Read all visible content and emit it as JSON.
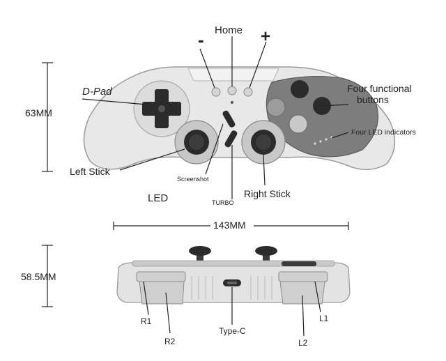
{
  "top_view": {
    "labels": {
      "minus": "-",
      "home": "Home",
      "plus": "+",
      "dpad": "D-Pad",
      "four_functional_buttons": "Four functional buttons",
      "four_led_indicators": "Four LED indicators",
      "left_stick": "Left Stick",
      "screenshot": "Screenshot",
      "led": "LED",
      "turbo": "TURBO",
      "right_stick": "Right Stick"
    },
    "dimensions": {
      "height": "63MM",
      "width": "143MM"
    }
  },
  "side_view": {
    "labels": {
      "r1": "R1",
      "r2": "R2",
      "type_c": "Type-C",
      "l1": "L1",
      "l2": "L2"
    },
    "dimensions": {
      "height": "58.5MM"
    }
  },
  "colors": {
    "body": "#e6e6e6",
    "body_dark": "#cfcfcf",
    "face_right": "#7d7d7d",
    "button_dark": "#2b2b2b"
  }
}
